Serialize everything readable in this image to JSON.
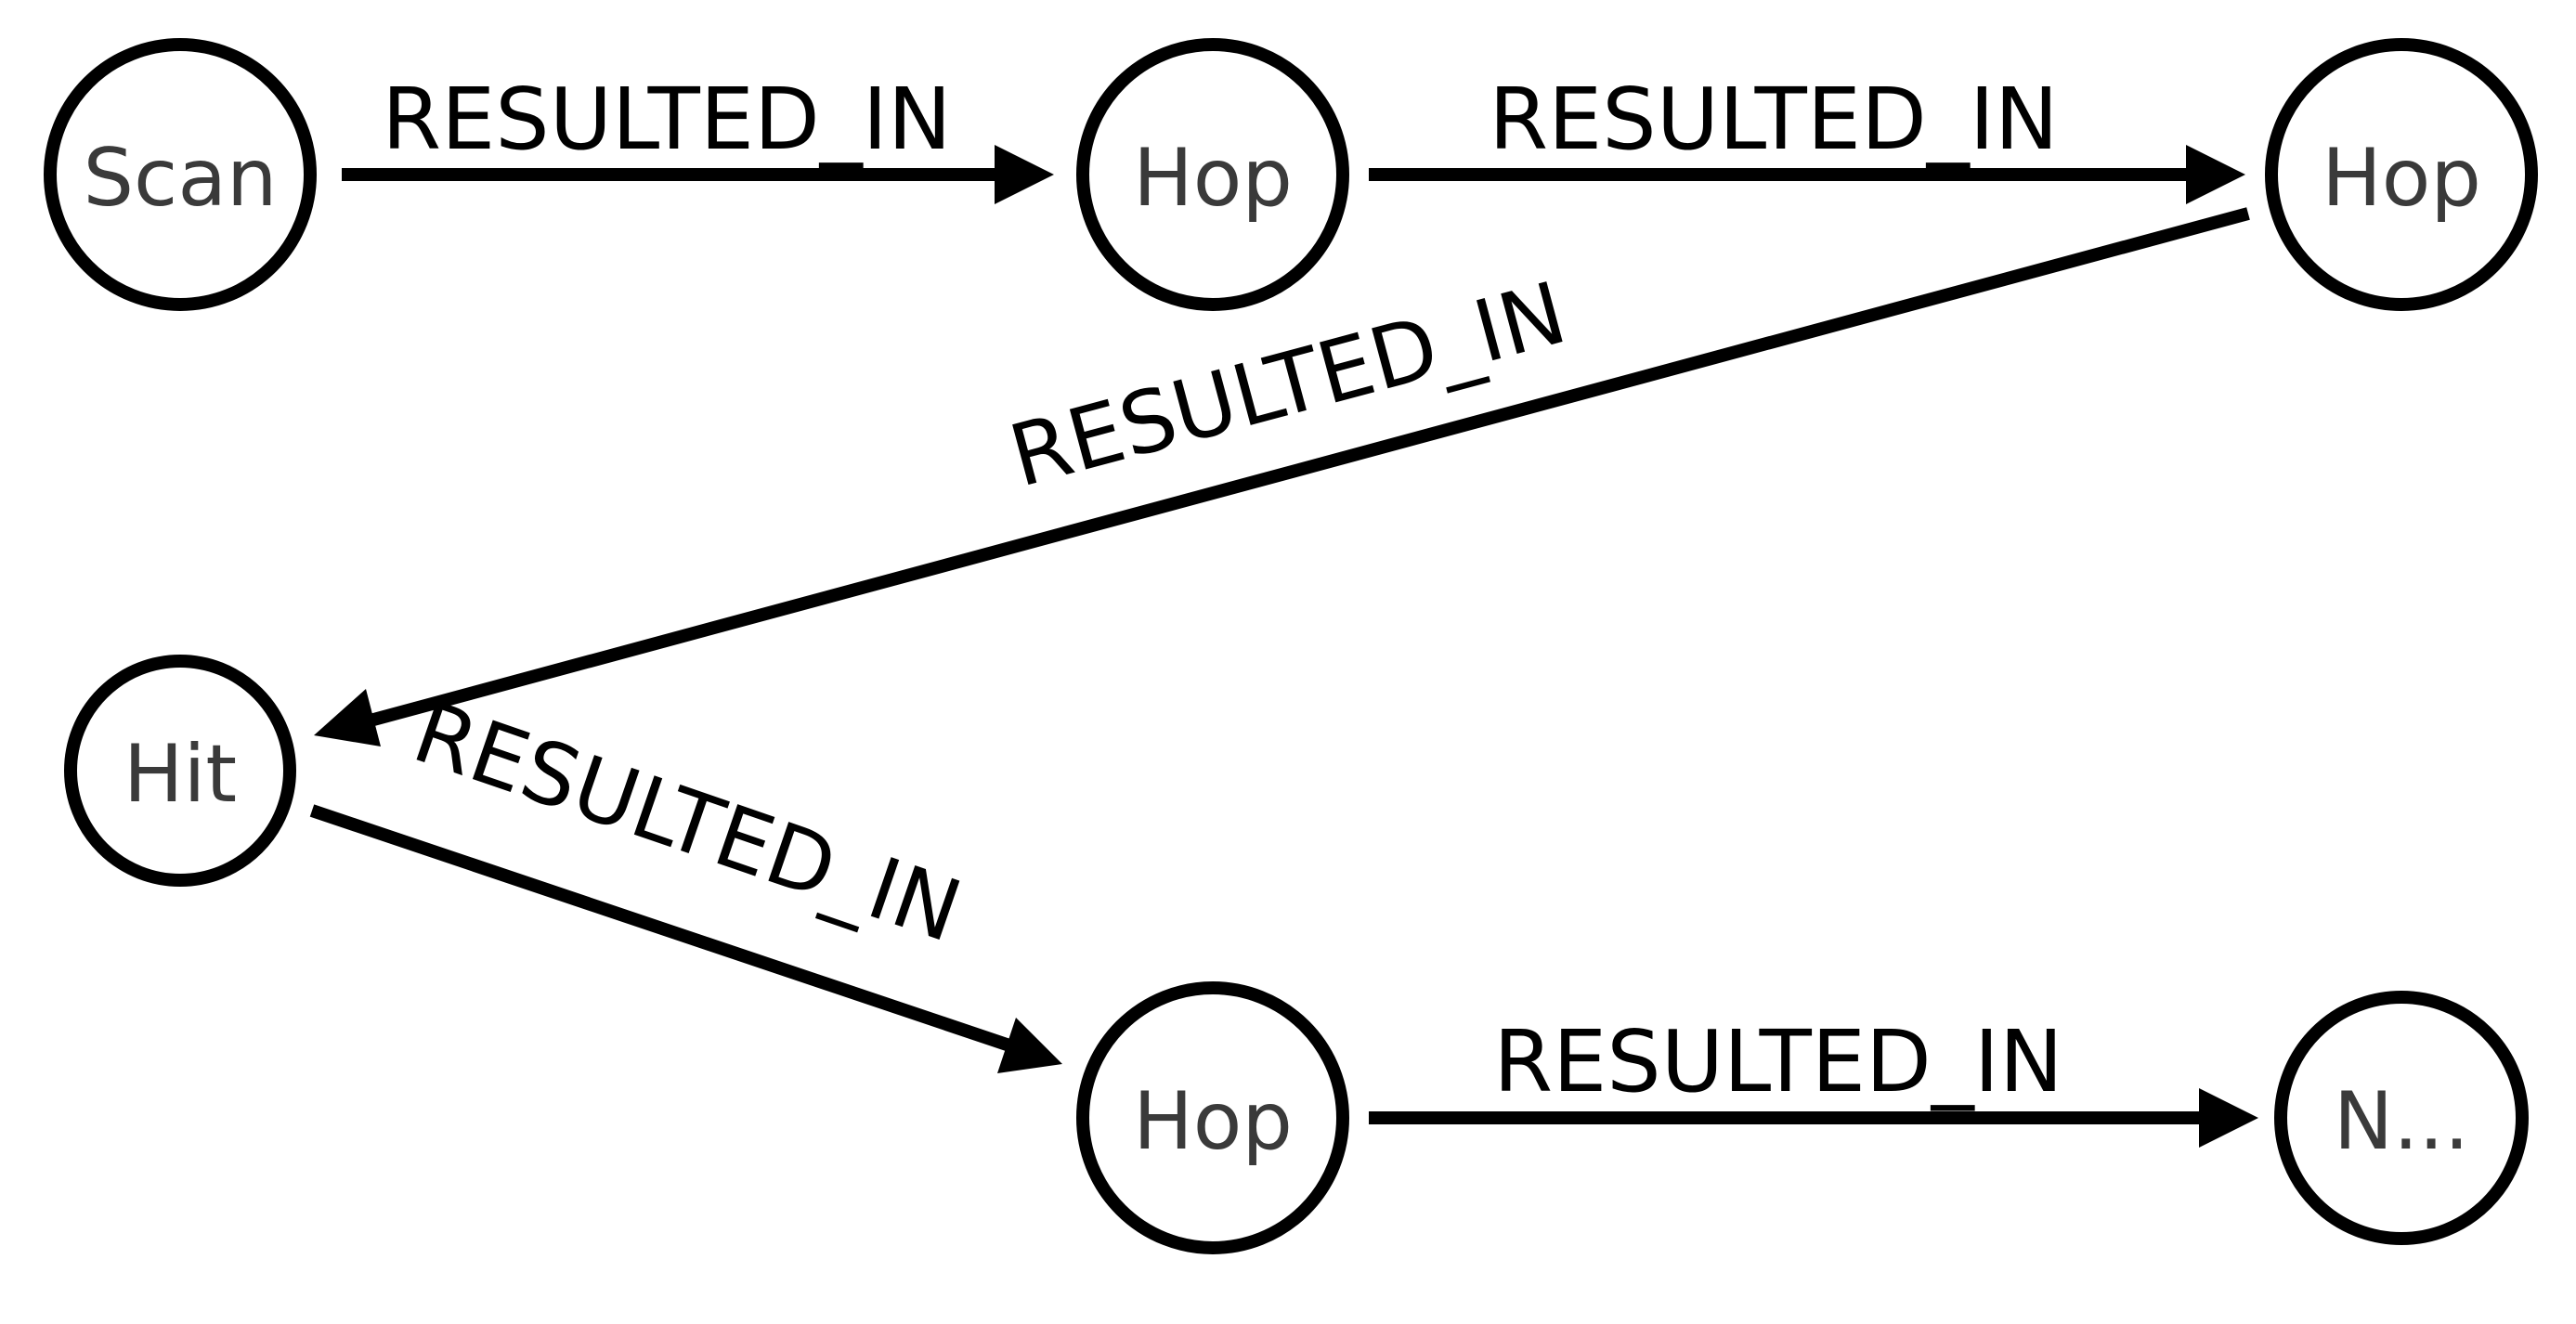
{
  "nodes": [
    {
      "id": "scan",
      "label": "Scan"
    },
    {
      "id": "hop1",
      "label": "Hop"
    },
    {
      "id": "hop2",
      "label": "Hop"
    },
    {
      "id": "hit",
      "label": "Hit"
    },
    {
      "id": "hop3",
      "label": "Hop"
    },
    {
      "id": "next",
      "label": "N..."
    }
  ],
  "edges": [
    {
      "from": "scan",
      "to": "hop1",
      "label": "RESULTED_IN"
    },
    {
      "from": "hop1",
      "to": "hop2",
      "label": "RESULTED_IN"
    },
    {
      "from": "hop2",
      "to": "hit",
      "label": "RESULTED_IN"
    },
    {
      "from": "hit",
      "to": "hop3",
      "label": "RESULTED_IN"
    },
    {
      "from": "hop3",
      "to": "next",
      "label": "RESULTED_IN"
    }
  ],
  "colors": {
    "stroke": "#000000",
    "node_text": "#3a3a3a",
    "background": "#ffffff"
  }
}
